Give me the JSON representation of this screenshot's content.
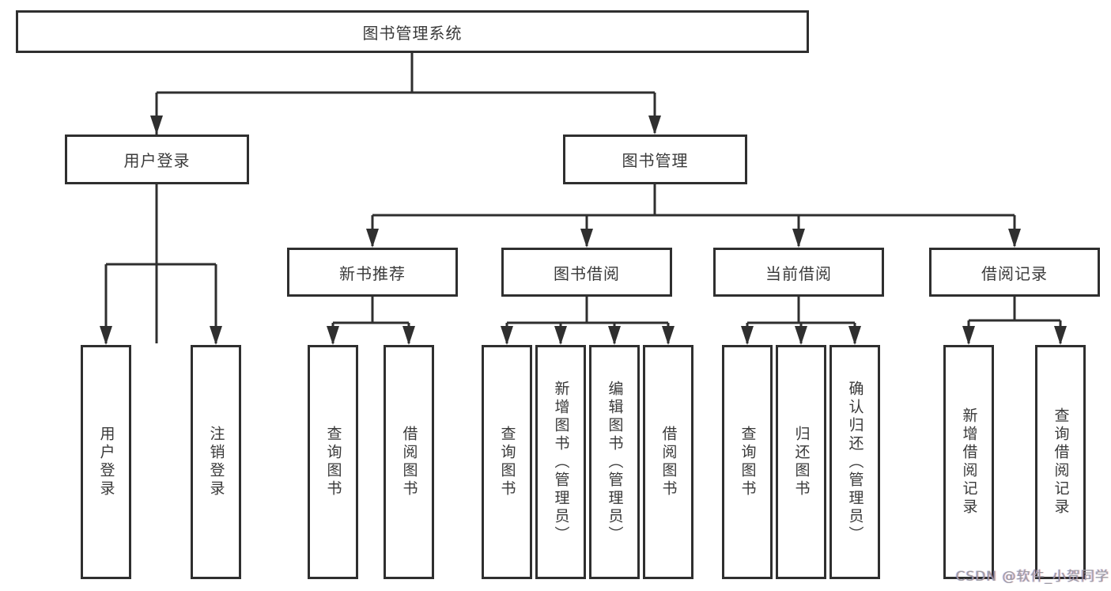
{
  "diagram": {
    "root": {
      "label": "图书管理系统"
    },
    "level2": [
      {
        "label": "用户登录"
      },
      {
        "label": "图书管理"
      }
    ],
    "level3": [
      {
        "label": "新书推荐"
      },
      {
        "label": "图书借阅"
      },
      {
        "label": "当前借阅"
      },
      {
        "label": "借阅记录"
      }
    ],
    "leaves": {
      "user_login": [
        "用户登录",
        "注销登录"
      ],
      "new_books": [
        "查询图书",
        "借阅图书"
      ],
      "book_borrow": [
        "查询图书",
        "新增图书（管理员）",
        "编辑图书（管理员）",
        "借阅图书"
      ],
      "current_borrow": [
        "查询图书",
        "归还图书",
        "确认归还（管理员）"
      ],
      "borrow_records": [
        "新增借阅记录",
        "查询借阅记录"
      ]
    }
  },
  "watermark": {
    "text": "CSDN @软件_小贺同学"
  },
  "colors": {
    "line": "#2f2f2f",
    "text": "#3a3a3a",
    "box_background": "#ffffff",
    "watermark": "#9b9ba3"
  }
}
